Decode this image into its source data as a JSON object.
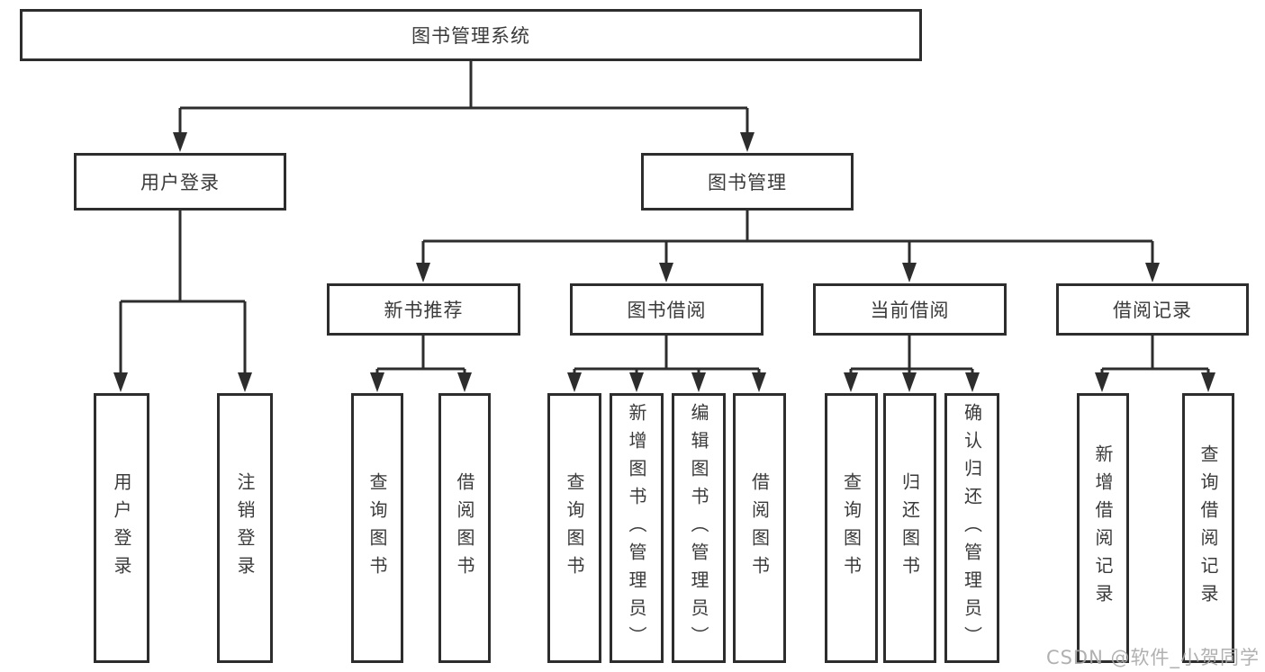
{
  "diagram_title": "图书管理系统",
  "tree": {
    "root": {
      "label": "图书管理系统"
    },
    "branches": [
      {
        "label": "用户登录",
        "children": [
          {
            "label": "用户登录"
          },
          {
            "label": "注销登录"
          }
        ]
      },
      {
        "label": "图书管理",
        "children": [
          {
            "label": "新书推荐",
            "children": [
              {
                "label": "查询图书"
              },
              {
                "label": "借阅图书"
              }
            ]
          },
          {
            "label": "图书借阅",
            "children": [
              {
                "label": "查询图书"
              },
              {
                "label": "新增图书（管理员）"
              },
              {
                "label": "编辑图书（管理员）"
              },
              {
                "label": "借阅图书"
              }
            ]
          },
          {
            "label": "当前借阅",
            "children": [
              {
                "label": "查询图书"
              },
              {
                "label": "归还图书"
              },
              {
                "label": "确认归还（管理员）"
              }
            ]
          },
          {
            "label": "借阅记录",
            "children": [
              {
                "label": "新增借阅记录"
              },
              {
                "label": "查询借阅记录"
              }
            ]
          }
        ]
      }
    ]
  },
  "watermark": "CSDN @软件_小贺同学",
  "colors": {
    "line": "#2d2d2d",
    "box_border": "#2d2d2d",
    "text": "#3a3a3a",
    "watermark": "#a8a8a8",
    "background": "#ffffff"
  }
}
